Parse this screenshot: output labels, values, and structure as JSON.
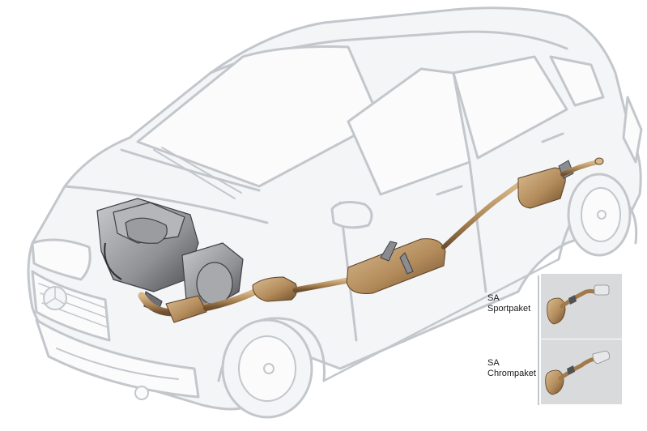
{
  "insets": [
    {
      "line1": "SA",
      "line2": "Sportpaket",
      "tip_style": "sport"
    },
    {
      "line1": "SA",
      "line2": "Chrompaket",
      "tip_style": "chrome"
    }
  ],
  "colors": {
    "background": "#ffffff",
    "car_outline": "#c3c7cc",
    "car_fill": "#f3f4f5",
    "pipe": "#b08a5a",
    "pipe_shadow": "#7a5a35",
    "catalyst": "#c9a77a",
    "engine": "#8f9194",
    "inset_bg": "#d9dadc",
    "chrome": "#e6e8ea"
  }
}
